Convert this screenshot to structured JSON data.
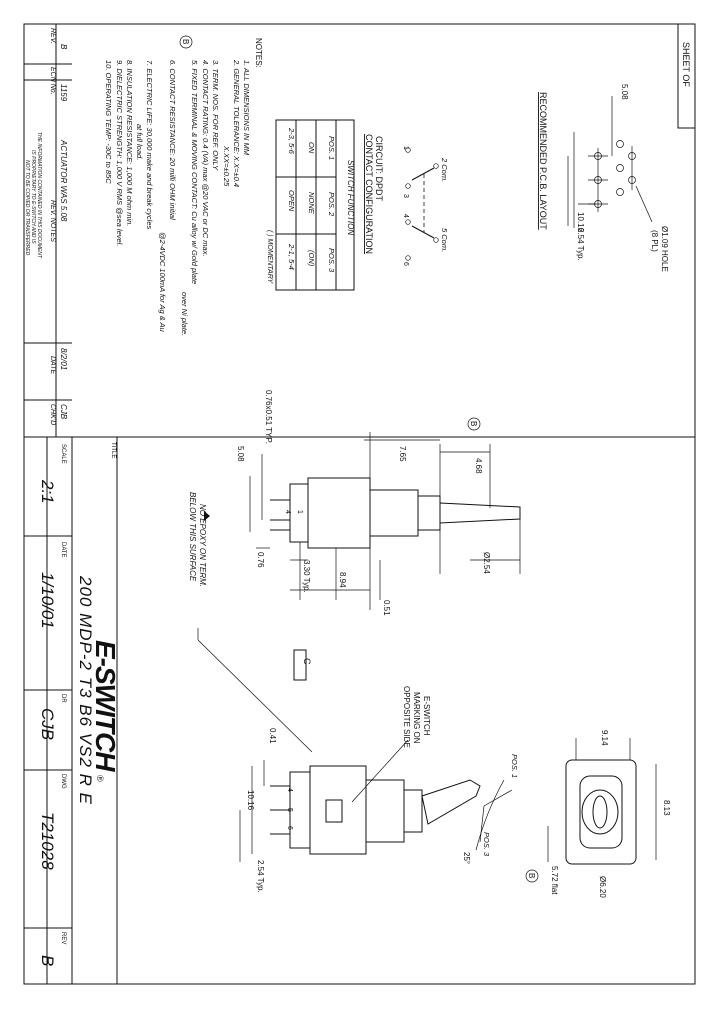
{
  "title_block": {
    "company": "E-SWITCH",
    "title_label": "TITLE",
    "title": "200 MDP-2 T3 B6 VS2 R E",
    "scale_label": "SCALE",
    "scale": "2:1",
    "date_label": "DATE",
    "date": "1/10/01",
    "dr_label": "DR",
    "dr": "CJB",
    "dwg_label": "DWG",
    "dwg": "T21028",
    "rev_label": "REV",
    "rev": "B",
    "sheet": "SHEET OF"
  },
  "revision_table": {
    "headers": [
      "REV.",
      "ECN No.",
      "REV. NOTES",
      "DATE",
      "CHK'D"
    ],
    "rows": [
      {
        "rev": "B",
        "ecn": "1159",
        "notes": "ACTUATOR WAS 5.08",
        "date": "8/2/01",
        "chkd": "CJB"
      }
    ],
    "confidential_lines": [
      "THE INFORMATION CONTAINED IN THIS DOCUMENT",
      "IS PROPRIETARY TO E-SWITCH AND IS",
      "NOT TO BE COPIED OR TRANSFERRED"
    ]
  },
  "notes": {
    "heading": "NOTES:",
    "lines": [
      "1. ALL DIMENSIONS IN MM",
      "2. GENERAL TOLERANCE: X.X=±0.4",
      "X.XX=±0.25",
      "3. TERM. NOS. FOR REF. ONLY",
      "4. CONTACT RATING: 0.4 (VA) max @20 VAC or DC max.",
      "5. FIXED TERMINAL & MOVING CONTACT: Cu alloy w/ Gold plate",
      "over Ni plate.",
      "6. CONTACT RESISTANCE: 20 milli OHM initial",
      "@2-4VDC 100mA for Ag & Au",
      "7. ELECTRIC LIFE: 30,000 make and break cycles",
      "at full load.",
      "8. INSULATION RESISTANCE: 1,000 M ohm min.",
      "9. DIELECTRIC STRENGTH: 1,000 V RMS @sea level.",
      "10. OPERATING TEMP: -30C to 85C"
    ],
    "rev_marker": "B"
  },
  "switch_function": {
    "caption": "CIRCUIT: DPDT",
    "subcaption": "CONTACT CONFIGURATION",
    "header": "SWITCH FUNCTION",
    "columns": [
      "POS. 1",
      "POS. 2",
      "POS. 3"
    ],
    "row1": [
      "ON",
      "NONE",
      "(ON)"
    ],
    "row2": [
      "2-3, 5-6",
      "OPEN",
      "2-1, 5-4"
    ],
    "footnote": "( ) MOMENTARY"
  },
  "circuit": {
    "com_left": "2 Com.",
    "com_right": "5 Com.",
    "terminals": [
      "1",
      "3",
      "4",
      "6"
    ]
  },
  "pcb_layout": {
    "caption": "RECOMMENDED P.C.B. LAYOUT",
    "hole": "Ø1.09 HOLE",
    "hole_qty": "(8 PL)",
    "dim_a": "5.08",
    "dim_b": "10.16",
    "dim_c": "2.54 Typ."
  },
  "side_view": {
    "rev_marker": "B",
    "dims": [
      "4.68",
      "7.65",
      "Ø2.54",
      "5.08",
      "0.76x0.51 TYP.",
      "0.76",
      "3.30 Typ.",
      "8.94",
      "0.51"
    ],
    "terminal_labels": [
      "1",
      "4"
    ],
    "note_line1": "NO EPOXY ON TERM.",
    "note_line2": "BELOW THIS SURFACE"
  },
  "front_view": {
    "section_tag": "C",
    "marking_lines": [
      "E-SWITCH",
      "MARKING ON",
      "OPPOSITE SIDE"
    ],
    "dims": [
      "0.41",
      "10.16",
      "2.54 Typ."
    ],
    "terminal_labels": [
      "4",
      "5",
      "6"
    ]
  },
  "top_view": {
    "pos1": "POS. 1",
    "pos3": "POS. 3",
    "angle": "25°",
    "dims": [
      "9.14",
      "8.13",
      "Ø6.20",
      "5.72 flat"
    ],
    "rev_marker": "B"
  }
}
